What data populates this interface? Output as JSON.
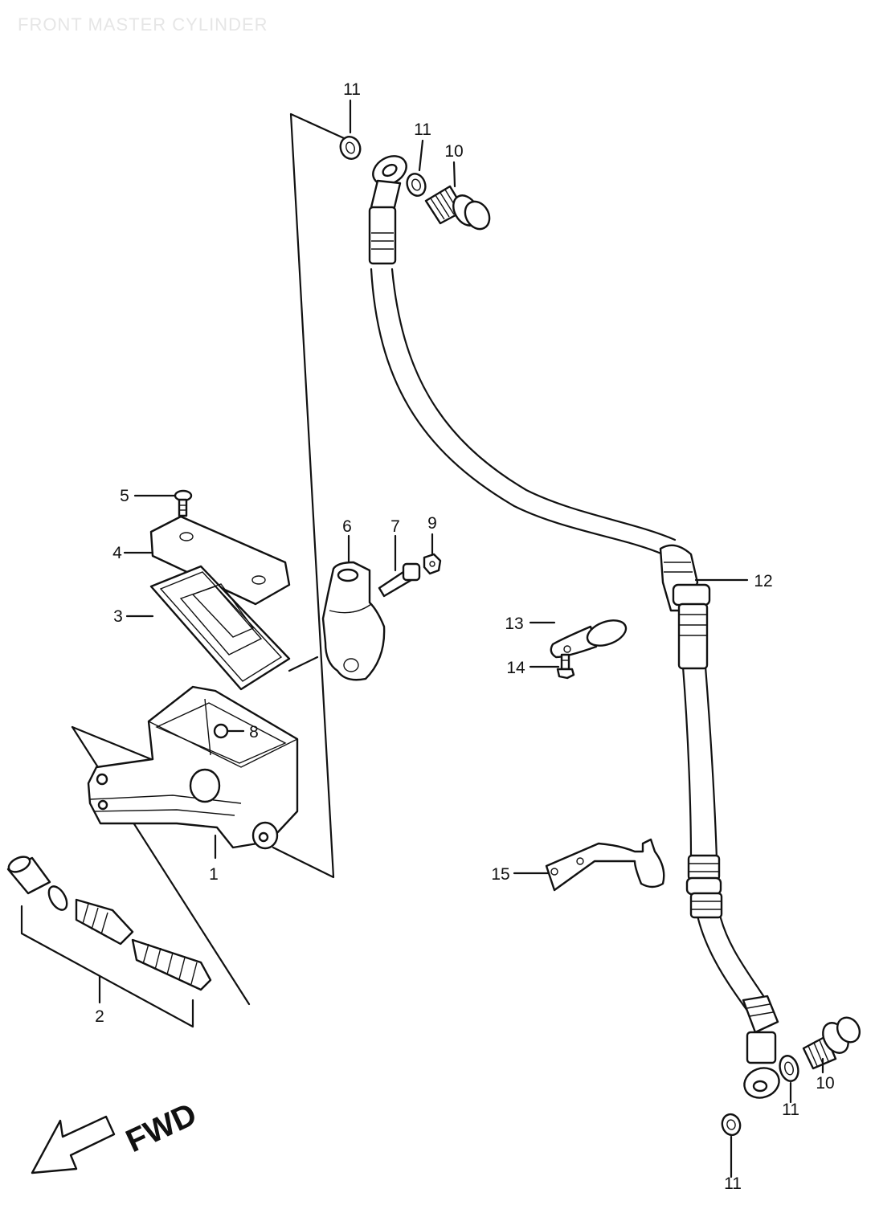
{
  "title": "FRONT MASTER CYLINDER",
  "fwd_label": "FWD",
  "callouts": {
    "c1": "1",
    "c2": "2",
    "c3": "3",
    "c4": "4",
    "c5": "5",
    "c6": "6",
    "c7": "7",
    "c8": "8",
    "c9": "9",
    "c10a": "10",
    "c10b": "10",
    "c11a": "11",
    "c11b": "11",
    "c11c": "11",
    "c11d": "11",
    "c12": "12",
    "c13": "13",
    "c14": "14",
    "c15": "15"
  }
}
